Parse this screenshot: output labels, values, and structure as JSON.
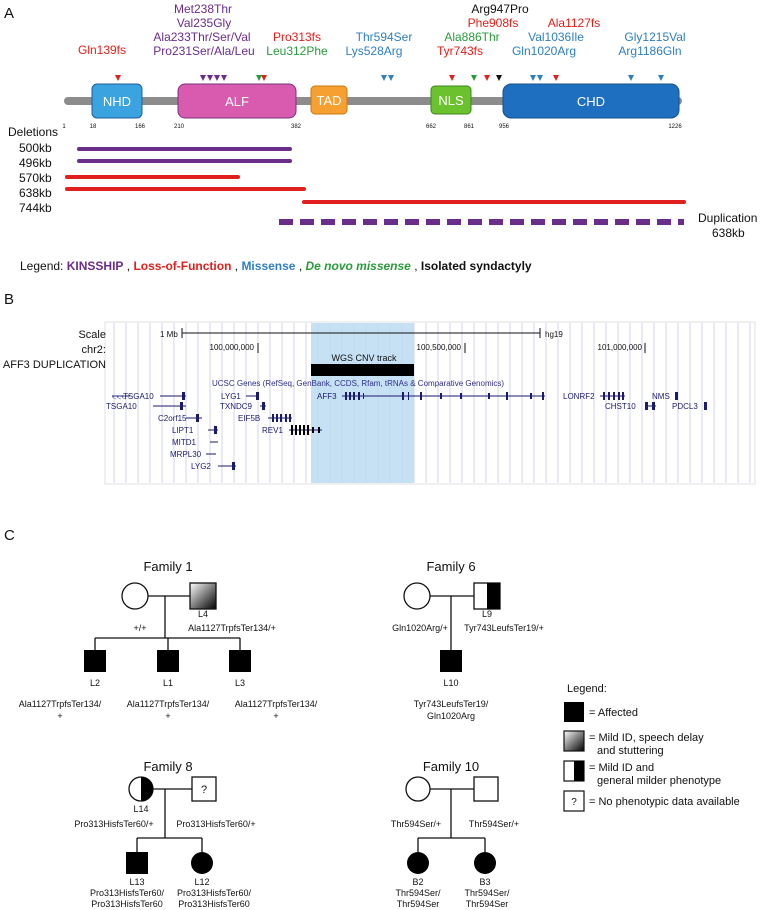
{
  "panel_a": {
    "label": "A",
    "mutations": [
      {
        "text": "Gln139fs",
        "color": "#e0201c"
      },
      {
        "text": "Met238Thr",
        "color": "#6b2d8a"
      },
      {
        "text": "Val235Gly",
        "color": "#6b2d8a"
      },
      {
        "text": "Ala233Thr/Ser/Val",
        "color": "#6b2d8a"
      },
      {
        "text": "Pro231Ser/Ala/Leu",
        "color": "#6b2d8a"
      },
      {
        "text": "Pro313fs",
        "color": "#e0201c"
      },
      {
        "text": "Leu312Phe",
        "color": "#2a9a3c"
      },
      {
        "text": "Thr594Ser",
        "color": "#2f7fc0"
      },
      {
        "text": "Lys528Arg",
        "color": "#2f7fc0"
      },
      {
        "text": "Arg947Pro",
        "color": "#111111"
      },
      {
        "text": "Phe908fs",
        "color": "#e0201c"
      },
      {
        "text": "Ala886Thr",
        "color": "#2a9a3c"
      },
      {
        "text": "Tyr743fs",
        "color": "#e0201c"
      },
      {
        "text": "Ala1127fs",
        "color": "#e0201c"
      },
      {
        "text": "Val1036Ile",
        "color": "#2f7fc0"
      },
      {
        "text": "Gln1020Arg",
        "color": "#2f7fc0"
      },
      {
        "text": "Gly1215Val",
        "color": "#2f7fc0"
      },
      {
        "text": "Arg1186Gln",
        "color": "#2f7fc0"
      }
    ],
    "domains": [
      {
        "name": "NHD",
        "color": "#3aa3e0"
      },
      {
        "name": "ALF",
        "color": "#d95bb0"
      },
      {
        "name": "TAD",
        "color": "#f5a030"
      },
      {
        "name": "NLS",
        "color": "#6cc12e"
      },
      {
        "name": "CHD",
        "color": "#1f6fc0"
      }
    ],
    "positions": [
      "1",
      "18",
      "166",
      "210",
      "382",
      "662",
      "861",
      "956",
      "1226"
    ],
    "deletions_title": "Deletions",
    "deletions": [
      {
        "label": "500kb",
        "color": "#6b2d8a"
      },
      {
        "label": "496kb",
        "color": "#6b2d8a"
      },
      {
        "label": "570kb",
        "color": "#e0201c"
      },
      {
        "label": "638kb",
        "color": "#e0201c"
      },
      {
        "label": "744kb",
        "color": "#e0201c"
      }
    ],
    "duplication_label_1": "Duplication",
    "duplication_label_2": "638kb",
    "legend_prefix": "Legend:",
    "legend_items": [
      {
        "text": "KINSSHIP",
        "color": "#6b2d8a"
      },
      {
        "text": ", ",
        "color": "#111111"
      },
      {
        "text": "Loss-of-Function",
        "color": "#e0201c"
      },
      {
        "text": ", ",
        "color": "#111111"
      },
      {
        "text": "Missense",
        "color": "#2f7fc0"
      },
      {
        "text": ", ",
        "color": "#111111"
      },
      {
        "text": "De novo missense",
        "color": "#2a9a3c"
      },
      {
        "text": ", ",
        "color": "#111111"
      },
      {
        "text": "Isolated syndactyly",
        "color": "#111111"
      }
    ]
  },
  "panel_b": {
    "label": "B",
    "scale_label": "Scale",
    "scale_value": "1 Mb",
    "assembly": "hg19",
    "chrom_label": "chr2:",
    "coords": [
      "100,000,000",
      "100,500,000",
      "101,000,000"
    ],
    "track_label": "AFF3 DUPLICATION",
    "cnv_track": "WGS CNV track",
    "genes_title": "UCSC Genes (RefSeq, GenBank, CCDS, Rfam, tRNAs & Comparative Genomics)",
    "genes": [
      "TSGA10",
      "TSGA10",
      "LYG1",
      "AFF3",
      "LONRF2",
      "NMS",
      "C2orf15",
      "TXNDC9",
      "CHST10",
      "PDCL3",
      "LIPT1",
      "EIF5B",
      "REV1",
      "MITD1",
      "MRPL30",
      "LYG2"
    ]
  },
  "panel_c": {
    "label": "C",
    "families": [
      {
        "title": "Family 1",
        "father_id": "L4",
        "father_genotype": "Ala1127TrpfsTer134/+",
        "mother_genotype": "+/+",
        "children": [
          {
            "id": "L2",
            "g1": "Ala1127TrpfsTer134/",
            "g2": "+"
          },
          {
            "id": "L1",
            "g1": "Ala1127TrpfsTer134/",
            "g2": "+"
          },
          {
            "id": "L3",
            "g1": "Ala1127TrpfsTer134/",
            "g2": "+"
          }
        ]
      },
      {
        "title": "Family 6",
        "father_id": "L9",
        "father_genotype": "Tyr743LeufsTer19/+",
        "mother_genotype": "Gln1020Arg/+",
        "children": [
          {
            "id": "L10",
            "g1": "Tyr743LeufsTer19/",
            "g2": "Gln1020Arg"
          }
        ]
      },
      {
        "title": "Family 8",
        "mother_id": "L14",
        "mother_genotype": "Pro313HisfsTer60/+",
        "father_symbol": "?",
        "father_genotype": "Pro313HisfsTer60/+",
        "children": [
          {
            "id": "L13",
            "g1": "Pro313HisfsTer60/",
            "g2": "Pro313HisfsTer60"
          },
          {
            "id": "L12",
            "g1": "Pro313HisfsTer60/",
            "g2": "Pro313HisfsTer60"
          }
        ]
      },
      {
        "title": "Family 10",
        "mother_genotype": "Thr594Ser/+",
        "father_genotype": "Thr594Ser/+",
        "children": [
          {
            "id": "B2",
            "g1": "Thr594Ser/",
            "g2": "Thr594Ser"
          },
          {
            "id": "B3",
            "g1": "Thr594Ser/",
            "g2": "Thr594Ser"
          }
        ]
      }
    ],
    "legend": {
      "title": "Legend:",
      "affected": "= Affected",
      "mild1_a": "= Mild ID, speech delay",
      "mild1_b": "and stuttering",
      "mild2_a": "= Mild ID and",
      "mild2_b": "general milder phenotype",
      "no_data_symbol": "?",
      "no_data": "= No phenotypic data available"
    }
  }
}
